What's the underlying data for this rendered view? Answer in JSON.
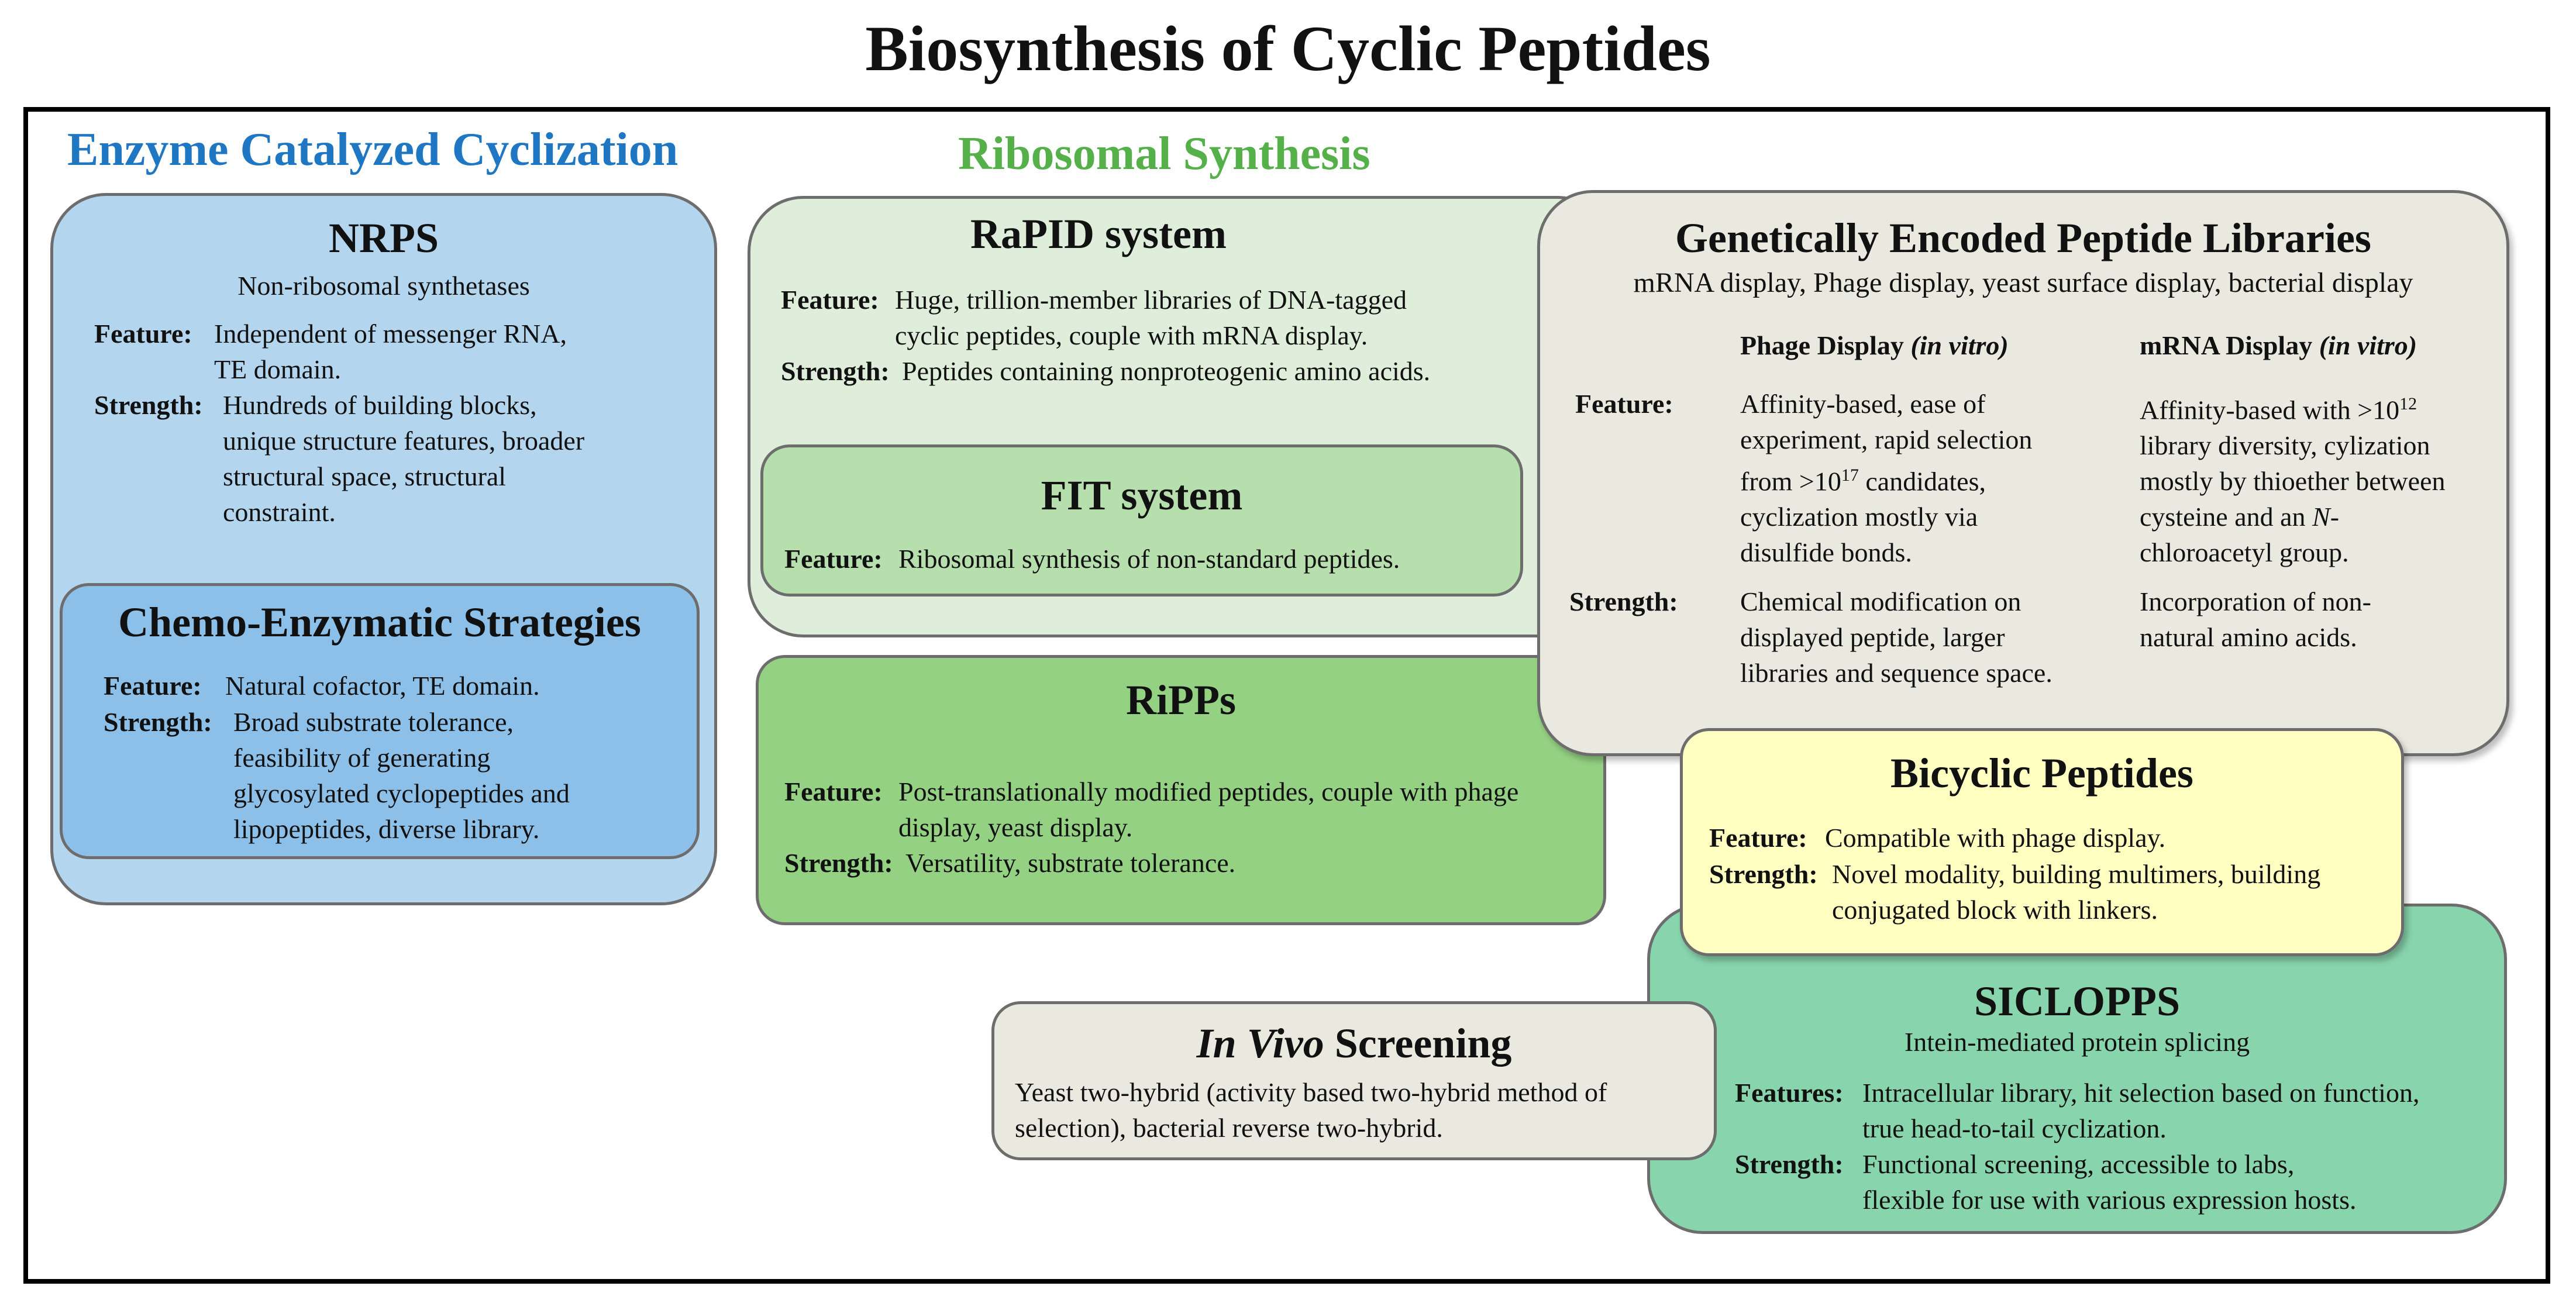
{
  "title": "Biosynthesis of Cyclic Peptides",
  "colors": {
    "enzyme_heading": "#1f77c4",
    "ribosomal_heading": "#55b04a",
    "nrps_fill": "#b3d6ee",
    "chemo_fill": "#8cc0e8",
    "rapid_fill": "#deeeda",
    "fit_fill": "#b7dfae",
    "ripps_fill": "#95d183",
    "gepl_fill": "#e9e9e0",
    "bicyclic_fill": "#ffffc2",
    "siclopps_fill": "#88d4ad",
    "invivo_fill": "#e9e9e0"
  },
  "headings": {
    "enzyme": "Enzyme Catalyzed Cyclization",
    "ribosomal": "Ribosomal Synthesis"
  },
  "nrps": {
    "title": "NRPS",
    "subtitle": "Non-ribosomal synthetases",
    "feature_label": "Feature:",
    "feature_text": "Independent of messenger RNA,\nTE domain.",
    "strength_label": "Strength:",
    "strength_text": "Hundreds of building blocks,\nunique structure features, broader\nstructural space, structural\nconstraint."
  },
  "chemo": {
    "title": "Chemo-Enzymatic Strategies",
    "feature_label": "Feature:",
    "feature_text": "Natural cofactor, TE domain.",
    "strength_label": "Strength:",
    "strength_text": "Broad substrate tolerance,\nfeasibility of generating\nglycosylated cyclopeptides and\nlipopeptides, diverse library."
  },
  "rapid": {
    "title": "RaPID system",
    "feature_label": "Feature:",
    "feature_text": "Huge, trillion-member libraries of DNA-tagged\ncyclic peptides, couple with mRNA display.",
    "strength_label": "Strength:",
    "strength_text": "Peptides containing nonproteogenic amino acids."
  },
  "fit": {
    "title": "FIT system",
    "feature_label": "Feature:",
    "feature_text": "Ribosomal synthesis of non-standard peptides."
  },
  "ripps": {
    "title": "RiPPs",
    "feature_label": "Feature:",
    "feature_text": "Post-translationally modified peptides, couple with phage\ndisplay, yeast display.",
    "strength_label": "Strength:",
    "strength_text": "Versatility, substrate tolerance."
  },
  "gepl": {
    "title": "Genetically Encoded Peptide Libraries",
    "subtitle": "mRNA display, Phage display, yeast surface display, bacterial display",
    "col1_head": "Phage Display",
    "col1_head_italic": "(in vitro)",
    "col2_head": "mRNA Display",
    "col2_head_italic": "(in vitro)",
    "feature_label": "Feature:",
    "strength_label": "Strength:",
    "col1_feature_a": "Affinity-based, ease of\nexperiment, rapid selection\nfrom >10",
    "col1_feature_sup": "17",
    "col1_feature_b": " candidates,\ncyclization mostly via\ndisulfide bonds.",
    "col2_feature_a": "Affinity-based with >10",
    "col2_feature_sup": "12",
    "col2_feature_b": "\nlibrary diversity, cylization\nmostly by thioether between\ncysteine and an ",
    "col2_feature_italic": "N",
    "col2_feature_c": "-\nchloroacetyl group.",
    "col1_strength": "Chemical modification on\ndisplayed peptide, larger\nlibraries and sequence space.",
    "col2_strength": "Incorporation of non-\nnatural amino acids."
  },
  "bicyclic": {
    "title": "Bicyclic Peptides",
    "feature_label": "Feature:",
    "feature_text": "Compatible with phage display.",
    "strength_label": "Strength:",
    "strength_text": "Novel modality, building multimers, building\nconjugated block with linkers."
  },
  "siclopps": {
    "title": "SICLOPPS",
    "subtitle": "Intein-mediated protein splicing",
    "feature_label": "Features:",
    "feature_text": "Intracellular library, hit selection based on function,\ntrue head-to-tail cyclization.",
    "strength_label": "Strength:",
    "strength_text": "Functional screening, accessible to labs,\nflexible for use with various expression hosts."
  },
  "invivo": {
    "title_italic": "In Vivo",
    "title_rest": " Screening",
    "text": "Yeast two-hybrid (activity based two-hybrid method of\nselection), bacterial reverse two-hybrid."
  }
}
